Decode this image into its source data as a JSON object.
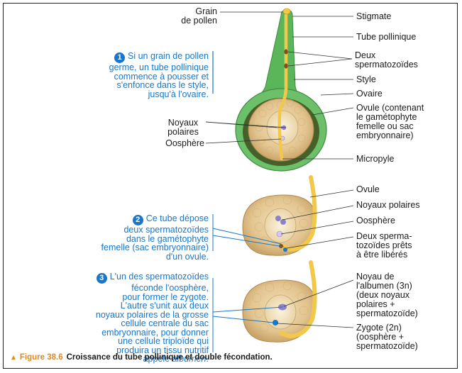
{
  "top_panel": {
    "labels": {
      "grain": [
        "Grain",
        "de pollen"
      ],
      "stigmate": "Stigmate",
      "tube": "Tube pollinique",
      "deux_sperm": [
        "Deux",
        "spermatozoïdes"
      ],
      "style": "Style",
      "ovaire": "Ovaire",
      "ovule": [
        "Ovule (contenant",
        "le gamétophyte",
        "femelle ou sac",
        "embryonnaire)"
      ],
      "noyaux": [
        "Noyaux",
        "polaires"
      ],
      "oosphere": "Oosphère",
      "micropyle": "Micropyle"
    },
    "caption": {
      "number": "1",
      "lines": [
        "Si un grain de pollen",
        "germe, un tube pollinique",
        "commence à pousser et",
        "s'enfonce dans le style,",
        "jusqu'à l'ovaire."
      ]
    }
  },
  "middle_panel": {
    "labels": {
      "ovule": "Ovule",
      "noyaux": "Noyaux polaires",
      "oosphere": "Oosphère",
      "deux_sperm": [
        "Deux sperma-",
        "tozoïdes prêts",
        "à être libérés"
      ]
    },
    "caption": {
      "number": "2",
      "lines": [
        "Ce tube dépose",
        "deux spermatozoïdes",
        "dans le gamétophyte",
        "femelle (sac embryonnaire)",
        "d'un ovule."
      ]
    }
  },
  "bottom_panel": {
    "labels": {
      "albumen": [
        "Noyau de",
        "l'albumen (3n)",
        "(deux noyaux",
        "polaires +",
        "spermatozoïde)"
      ],
      "zygote": [
        "Zygote (2n)",
        "(oosphère +",
        "spermatozoïde)"
      ]
    },
    "caption": {
      "number": "3",
      "lines": [
        "L'un des spermatozoïdes",
        "féconde l'oosphère,",
        "pour former le zygote.",
        "L'autre s'unit aux deux",
        "noyaux polaires de la grosse",
        "cellule centrale du sac",
        "embryonnaire, pour donner",
        "une cellule triploïde qui",
        "produira un tissu nutritif"
      ],
      "last_prefix": "appelé ",
      "last_italic": "albumen",
      "last_suffix": "."
    }
  },
  "figure_caption": {
    "number": "Figure 38.6",
    "text": "Croissance du tube pollinique et double fécondation."
  },
  "colors": {
    "accent": "#1877c9",
    "ovary_green": "#4caf50",
    "ovary_light": "#cfe7a0",
    "dark_interior": "#3f5a22",
    "ovule_tan": "#e6cb9a",
    "pollen_tube": "#f2c84b",
    "sperm": "#8a4a1e",
    "nuclei": "#8c82c9"
  }
}
